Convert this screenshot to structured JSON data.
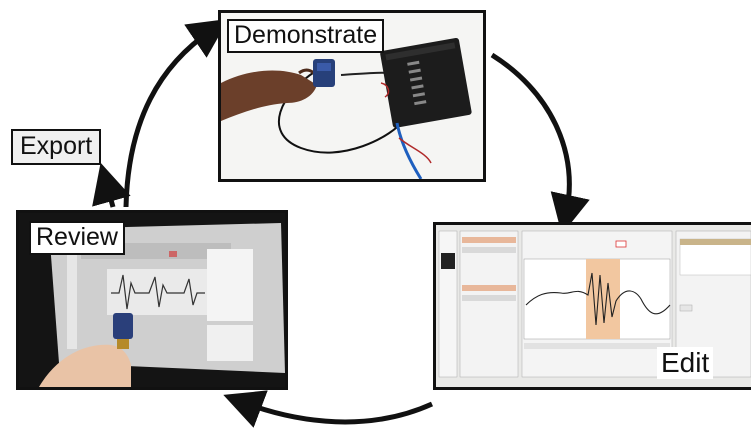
{
  "stages": {
    "demonstrate": {
      "label": "Demonstrate"
    },
    "edit": {
      "label": "Edit"
    },
    "review": {
      "label": "Review"
    },
    "export": {
      "label": "Export"
    }
  },
  "colors": {
    "outline": "#111111",
    "highlight": "#f2c7a0",
    "screen": "#dcdcdc",
    "device": "#1a1a1a"
  }
}
